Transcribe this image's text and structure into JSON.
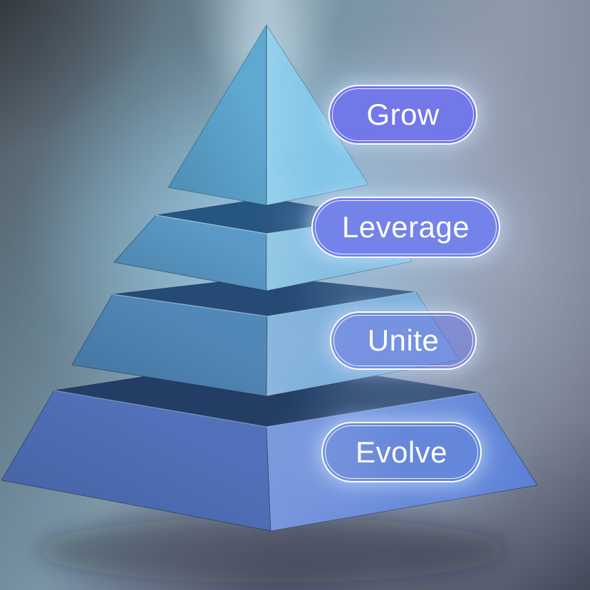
{
  "diagram": {
    "type": "exploded-3d-pyramid",
    "text_color": "#ffffff",
    "pill_border_color": "#ffffff",
    "glow_color": "#cfe3ff",
    "levels": [
      {
        "label": "Grow",
        "pill_fill": "#7278e8",
        "faces": {
          "left": "#5fa8d0",
          "right": "#7cc5e6"
        }
      },
      {
        "label": "Leverage",
        "pill_fill": "#7483ea",
        "faces": {
          "top": "#275581",
          "left": "#5b9ac6",
          "right": "#7abade"
        }
      },
      {
        "label": "Unite",
        "pill_fill": "rgba(122,134,232,0.63)",
        "faces": {
          "top": "#254a73",
          "left": "#5288b8",
          "right": "#6fa6d4"
        }
      },
      {
        "label": "Evolve",
        "pill_fill": "rgba(175,195,255,0.10)",
        "faces": {
          "top": "#233d65",
          "left": "#5271ba",
          "right": "#5c80d5"
        }
      }
    ]
  }
}
